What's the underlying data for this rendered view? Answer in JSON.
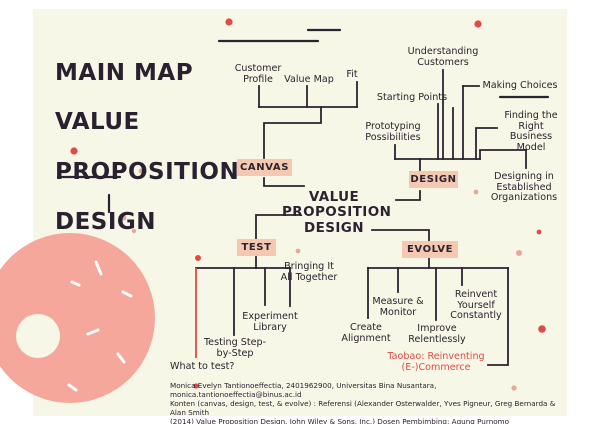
{
  "title_lines": [
    "MAIN MAP",
    "VALUE",
    "PROPOSITION",
    "DESIGN"
  ],
  "center_title": "VALUE\nPROPOSITION\nDESIGN",
  "sections": {
    "canvas": "CANVAS",
    "design": "DESIGN",
    "test": "TEST",
    "evolve": "EVOLVE"
  },
  "canvas_items": {
    "customer_profile": "Customer\nProfile",
    "value_map": "Value Map",
    "fit": "Fit"
  },
  "design_items": {
    "understanding_customers": "Understanding\nCustomers",
    "starting_points": "Starting Points",
    "making_choices": "Making Choices",
    "prototyping_possibilities": "Prototyping\nPossibilities",
    "finding_business_model": "Finding the\nRight Business\nModel",
    "designing_established": "Designing in\nEstablished\nOrganizations"
  },
  "test_items": {
    "what_to_test": "What to test?",
    "testing_step_by_step": "Testing Step-\nby-Step",
    "experiment_library": "Experiment\nLibrary",
    "bringing_it_all_together": "Bringing It\nAll Together"
  },
  "evolve_items": {
    "create_alignment": "Create\nAlignment",
    "measure_monitor": "Measure &\nMonitor",
    "improve_relentlessly": "Improve\nRelentlessly",
    "reinvent_yourself": "Reinvent\nYourself\nConstantly",
    "taobao": "Taobao: Reinventing\n(E-)Commerce"
  },
  "credits": "Monica Evelyn Tantionoeffectia, 2401962900, Universitas Bina Nusantara, monica.tantionoeffectia@binus.ac.id\nKonten (canvas, design, test, & evolve) : Referensi (Alexander Osterwalder, Yves Pigneur, Greg Bernarda & Alan Smith\n(2014) Value Proposition Design. John Wiley & Sons, Inc.) Dosen Pembimbing: Agung Purnomo",
  "colors": {
    "background": "#f6f7e6",
    "line": "#2c2230",
    "accent_red": "#e24a45",
    "badge_fill": "#f5c9b1",
    "donut": "#f4a79a",
    "donut_hole": "#f6f7e6"
  },
  "decor_icons": [
    "donut-icon",
    "sprinkle-icon",
    "dot-icon"
  ]
}
